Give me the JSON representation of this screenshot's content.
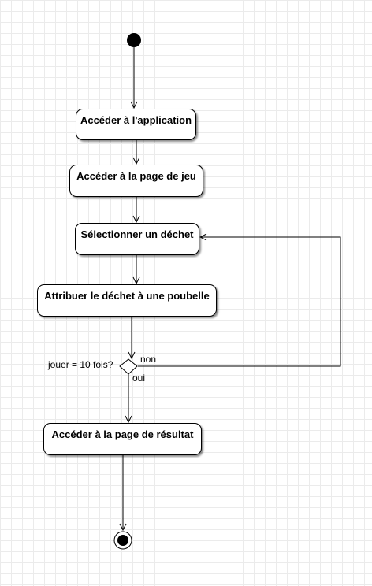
{
  "activities": [
    {
      "label": "Accéder à l'application"
    },
    {
      "label": "Accéder à la page de jeu"
    },
    {
      "label": "Sélectionner un déchet"
    },
    {
      "label": "Attribuer le déchet à une poubelle"
    },
    {
      "label": "Accéder à la page de résultat"
    }
  ],
  "decision": {
    "condition": "jouer = 10 fois?",
    "no_label": "non",
    "yes_label": "oui"
  }
}
